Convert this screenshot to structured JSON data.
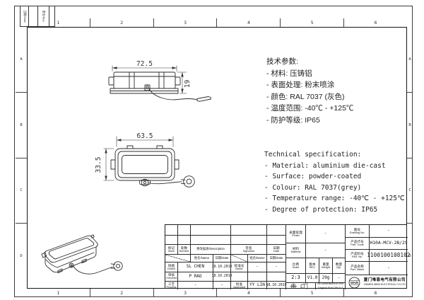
{
  "sheet": {
    "bg": "#ffffff",
    "line_color": "#2b2b2b"
  },
  "grid": {
    "columns": [
      "1",
      "2",
      "3",
      "4",
      "5",
      "6"
    ],
    "rows": [
      "A",
      "B",
      "C",
      "D"
    ]
  },
  "corner": {
    "cells": [
      "日期/Date",
      "更改/Rev."
    ]
  },
  "dimensions": {
    "side_width": "72.5",
    "side_height": "19",
    "top_width": "63.5",
    "top_height": "33.5"
  },
  "specs_cn": {
    "title": "技术参数:",
    "items": [
      "- 材料: 压铸铝",
      "- 表面处理: 粉末喷涂",
      "- 颜色: RAL 7037 (灰色)",
      "- 温度范围: -40℃ - +125℃",
      "- 防护等级: IP65"
    ]
  },
  "specs_en": {
    "title": "Technical specification:",
    "items": [
      "- Material: aluminium die-cast",
      "- Surface: powder-coated",
      "- Colour: RAL 7037(grey)",
      "- Temperature range: -40℃ - +125℃",
      "- Degree of protection: IP65"
    ]
  },
  "title_block": {
    "change": {
      "mark": {
        "cn": "标记",
        "en": "Mark"
      },
      "number": {
        "cn": "处数",
        "en": "Number"
      },
      "description": "更改描述/Description",
      "signature": {
        "cn": "签名",
        "en": "Signature"
      },
      "date": {
        "cn": "日期",
        "en": "Date"
      }
    },
    "subheader": {
      "name": "姓名/Name",
      "date": "日期/Date"
    },
    "rows": {
      "drawn": {
        "label": {
          "cn": "绘图",
          "en": "Drawn"
        },
        "name": "SL CHEN",
        "date": "18.10.2010"
      },
      "checked": {
        "label": {
          "cn": "审核",
          "en": "Checked"
        },
        "name": "P RAO",
        "date": "18.10.2010"
      },
      "process": {
        "label": {
          "cn": "工艺",
          "en": "Process"
        },
        "name": "-",
        "date": "-"
      },
      "stand": {
        "label": {
          "cn": "标准化",
          "en": "Stand."
        },
        "name": "-",
        "date": "-"
      },
      "approved": {
        "label": {
          "cn": "批准",
          "en": "Approved"
        },
        "name": "YY LIN",
        "date": "18.10.2010"
      }
    },
    "props": {
      "finish": {
        "label": {
          "cn": "表面处理",
          "en": "Finish"
        },
        "value": "-"
      },
      "material": {
        "label": {
          "cn": "材料",
          "en": "Material"
        },
        "value": "-"
      },
      "scale": {
        "label": {
          "cn": "比例",
          "en": "Scale"
        },
        "value": "2:3"
      },
      "rev": {
        "label": {
          "cn": "版本",
          "en": "REV."
        },
        "value": "V1.0"
      },
      "weight": {
        "label": {
          "cn": "重量",
          "en": "Weight"
        },
        "value": "29g"
      },
      "qty": {
        "label": {
          "cn": "数量",
          "en": "Qty."
        },
        "value": "-"
      }
    },
    "din_note": {
      "line1": "All Dimensions in mm",
      "line2": "Original Size DIN A 4"
    },
    "ids": {
      "drawing_no": {
        "label": {
          "cn": "图号",
          "en": "Drawing No."
        },
        "value": "-"
      },
      "part_code": {
        "label": {
          "cn": "产品代号",
          "en": "Part. Code"
        },
        "value": "H10A-MCV-2B/2S"
      },
      "part_no": {
        "label": {
          "cn": "产品料号",
          "en": "Part. No."
        },
        "value": "1100100108102"
      },
      "part_name": {
        "label": {
          "cn": "产品名称",
          "en": "Part. Name"
        },
        "value": "-"
      }
    },
    "company": {
      "logo_text": "WAIN",
      "name_cn": "厦门唯恩电气有限公司",
      "name_en": "XIAMEN WAIN ELECTRICAL CO.LTD"
    }
  }
}
